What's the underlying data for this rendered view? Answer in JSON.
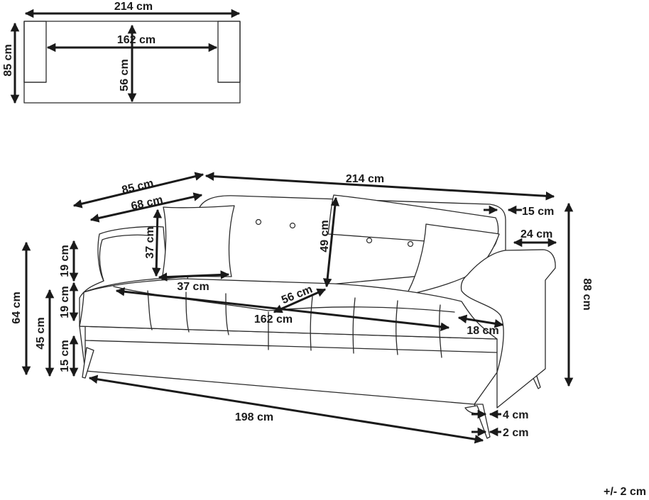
{
  "top_view": {
    "width": "214 cm",
    "inner_width": "162 cm",
    "depth": "85 cm",
    "seat_depth": "56 cm"
  },
  "front_view": {
    "depth": "85 cm",
    "inner_depth": "68 cm",
    "width": "214 cm",
    "backrest_thickness": "15 cm",
    "armrest_width": "24 cm",
    "cushion_height": "37 cm",
    "cushion_width": "37 cm",
    "backrest_height": "49 cm",
    "seat_depth": "56 cm",
    "seat_width": "162 cm",
    "armrest_depth": "18 cm",
    "total_height": "88 cm",
    "armrest_height": "64 cm",
    "seat_height": "45 cm",
    "back_upper": "19 cm",
    "back_lower": "19 cm",
    "leg_height": "15 cm",
    "base_length": "198 cm",
    "leg_top": "4 cm",
    "leg_bottom": "2 cm"
  },
  "tolerance": "+/- 2 cm"
}
